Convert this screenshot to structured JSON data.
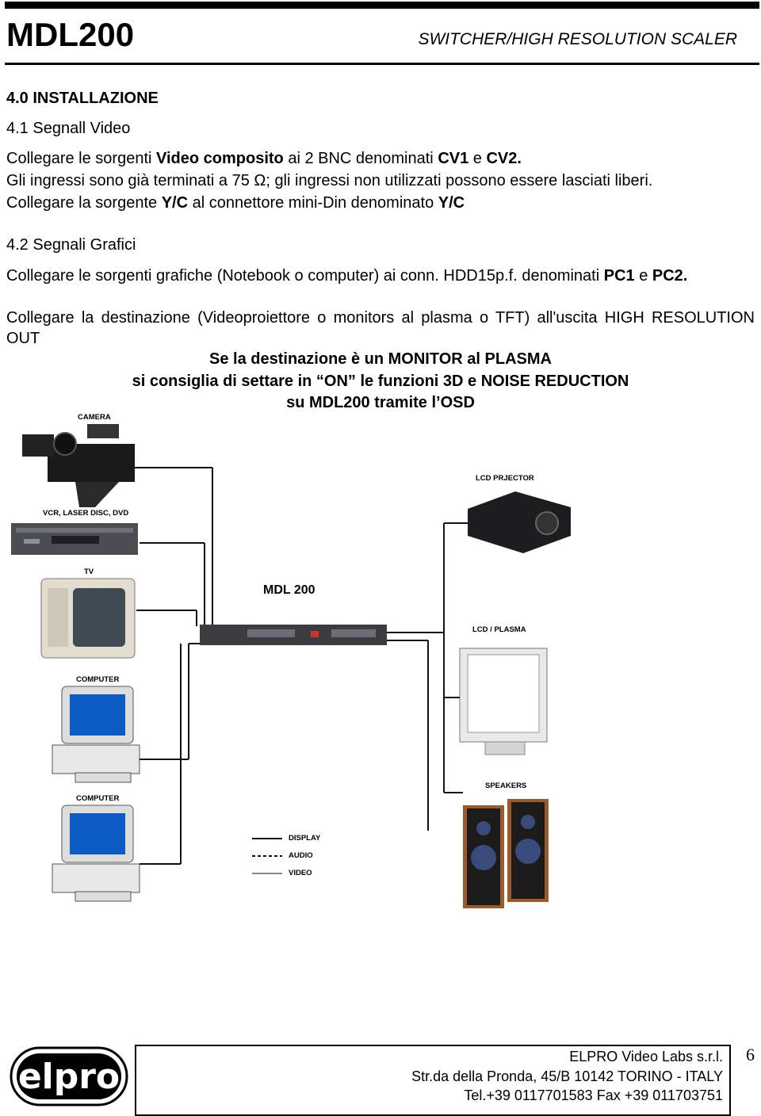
{
  "header": {
    "model": "MDL200",
    "subtitle": "SWITCHER/HIGH RESOLUTION SCALER"
  },
  "section": {
    "title": "4.0 INSTALLAZIONE"
  },
  "video": {
    "heading": "4.1 Segnall Video",
    "line1": {
      "a": "Collegare le sorgenti ",
      "b": "Video composito",
      "c": " ai 2 BNC denominati ",
      "d": "CV1",
      "e": " e ",
      "f": "CV2."
    },
    "line2": "Gli ingressi sono già terminati a 75 Ω; gli ingressi non utilizzati possono essere lasciati liberi.",
    "line3": {
      "a": "Collegare la sorgente ",
      "b": "Y/C",
      "c": " al connettore mini-Din denominato ",
      "d": "Y/C"
    }
  },
  "graphics": {
    "heading": "4.2 Segnali Grafici",
    "para1": {
      "a": "Collegare le sorgenti grafiche (Notebook o computer) ai conn. HDD15p.f. denominati ",
      "b": "PC1",
      "c": " e ",
      "d": "PC2."
    },
    "para2": "Collegare la destinazione (Videoproiettore o monitors al plasma o TFT) all'uscita HIGH RESOLUTION OUT",
    "note1": "Se la destinazione è un MONITOR al PLASMA",
    "note2": "si consiglia di settare in  “ON”  le funzioni 3D e NOISE REDUCTION",
    "note3": "su MDL200 tramite l’OSD"
  },
  "diagram": {
    "camera": "CAMERA",
    "vcr": "VCR, LASER DISC, DVD",
    "tv": "TV",
    "computer1": "COMPUTER",
    "computer2": "COMPUTER",
    "mdl": "MDL 200",
    "lcd_projector": "LCD PRJECTOR",
    "lcd_plasma": "LCD / PLASMA",
    "speakers": "SPEAKERS",
    "legend_display": "DISPLAY",
    "legend_audio": "AUDIO",
    "legend_video": "VIDEO"
  },
  "footer": {
    "logo": "elpro",
    "company": "ELPRO Video Labs s.r.l.",
    "address": "Str.da della Pronda, 45/B   10142 TORINO - ITALY",
    "phone": "Tel.+39 0117701583   Fax +39 011703751",
    "page": "6"
  }
}
